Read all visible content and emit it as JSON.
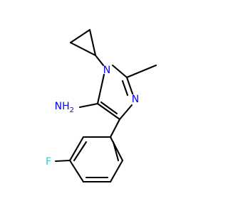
{
  "colors": {
    "bond": "#000000",
    "nitrogen": "#0000ff",
    "fluorine": "#33cccc",
    "background": "#ffffff"
  },
  "atoms": {
    "n1": "N",
    "n3": "N",
    "amine": "NH",
    "amine_sub": "2",
    "fluorine": "F"
  }
}
